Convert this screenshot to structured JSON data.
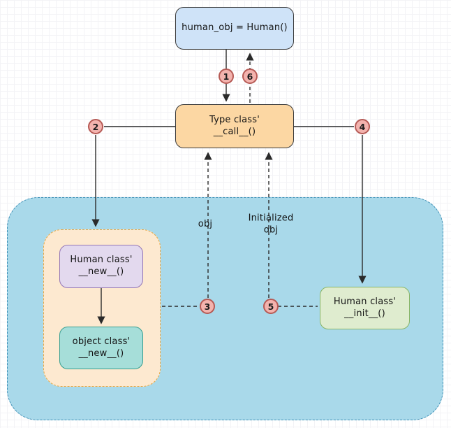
{
  "diagram": {
    "title_context": "Python object instantiation flow",
    "nodes": {
      "human_obj": {
        "label": "human_obj = Human()"
      },
      "type_call": {
        "line1": "Type class'",
        "line2": "__call__()"
      },
      "human_new": {
        "line1": "Human class'",
        "line2": "__new__()"
      },
      "object_new": {
        "line1": "object class'",
        "line2": "__new__()"
      },
      "human_init": {
        "line1": "Human class'",
        "line2": "__init__()"
      }
    },
    "badges": {
      "step1": "1",
      "step2": "2",
      "step3": "3",
      "step4": "4",
      "step5": "5",
      "step6": "6"
    },
    "labels": {
      "obj": "obj",
      "initialized_obj_line1": "Initialized",
      "initialized_obj_line2": "obj"
    },
    "colors": {
      "human_obj_fill": "#cfe3f8",
      "type_call_fill": "#fcd7a3",
      "human_new_fill": "#e3d9ee",
      "object_new_fill": "#a6ded9",
      "human_init_fill": "#dfeccf",
      "blue_container_fill": "#a9d9ea",
      "blue_container_border": "#3d8fb5",
      "orange_container_fill": "#fde9d0",
      "orange_container_border": "#e9a63f",
      "badge_fill": "#f3b3ae",
      "badge_border": "#b65a55",
      "edge_stroke": "#2a2a2a"
    }
  }
}
